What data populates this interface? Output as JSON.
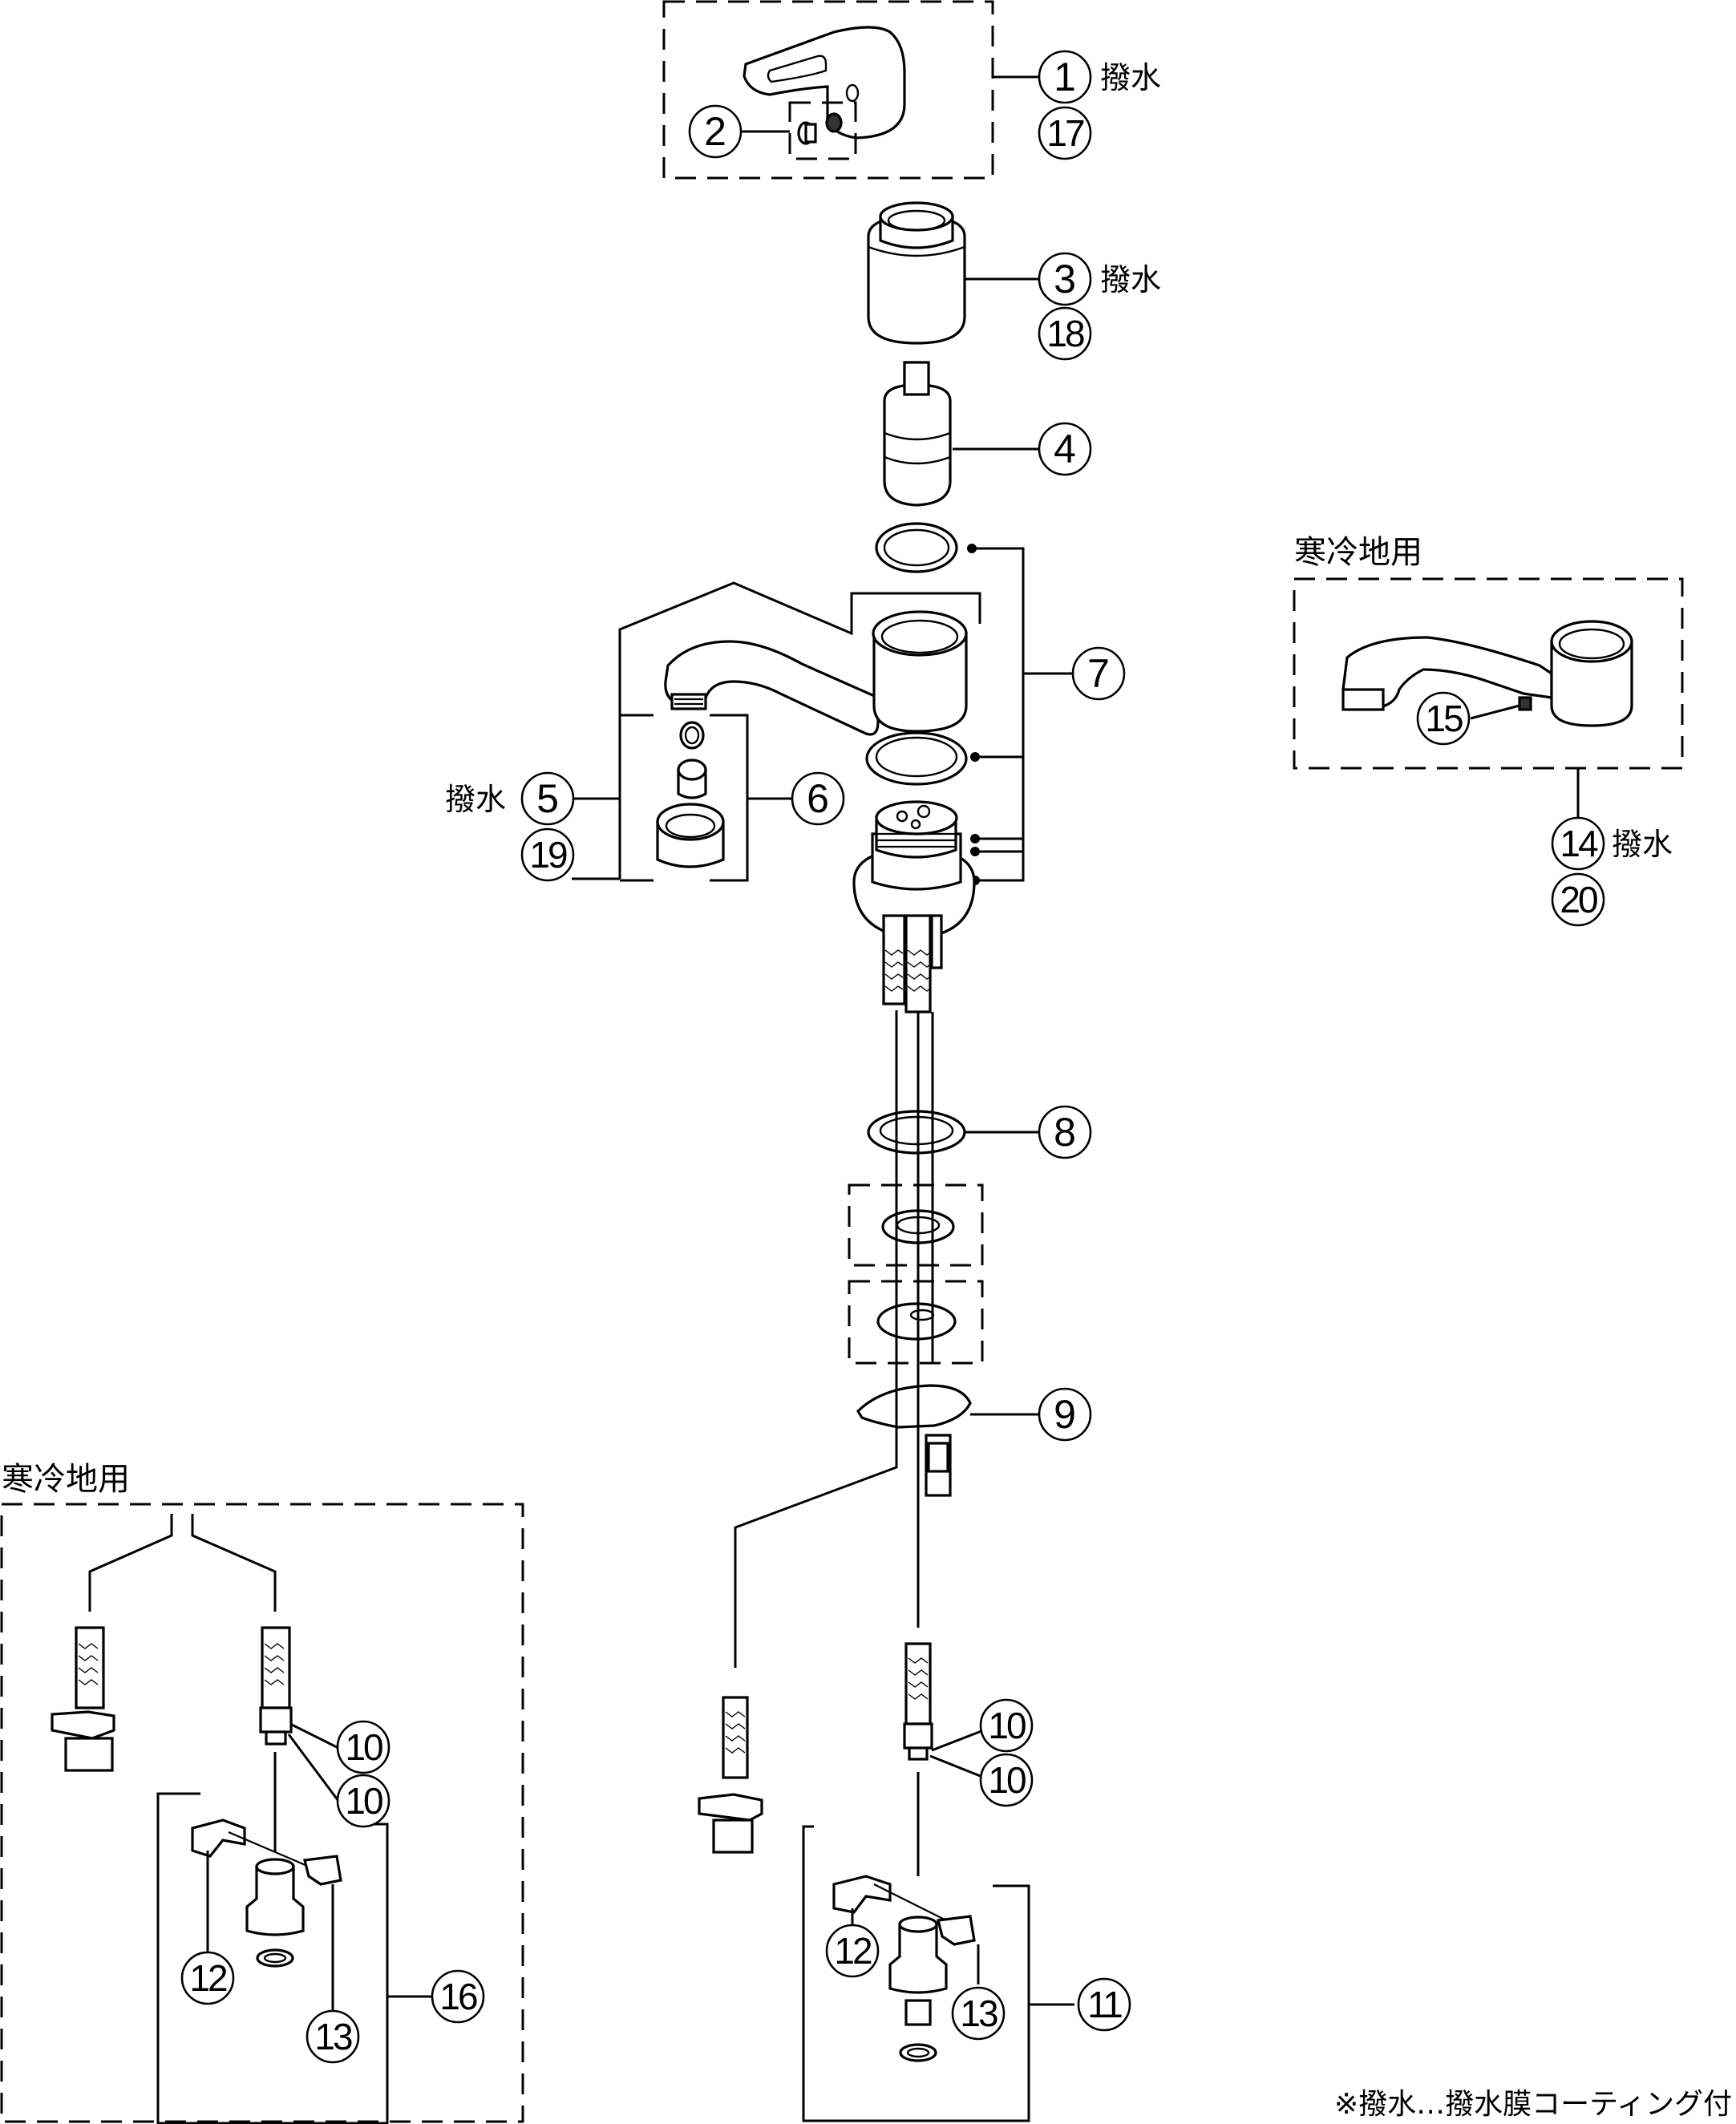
{
  "diagram": {
    "type": "exploded-parts-diagram",
    "subject": "single-lever faucet",
    "coating_label": "撥水",
    "cold_region_label": "寒冷地用",
    "footnote": "※撥水…撥水膜コーティング付"
  },
  "callouts": {
    "c1": {
      "number": "1",
      "note": "撥水"
    },
    "c17": {
      "number": "17"
    },
    "c2": {
      "number": "2"
    },
    "c3": {
      "number": "3",
      "note": "撥水"
    },
    "c18": {
      "number": "18"
    },
    "c4": {
      "number": "4"
    },
    "c5": {
      "number": "5",
      "note": "撥水"
    },
    "c19": {
      "number": "19"
    },
    "c6": {
      "number": "6"
    },
    "c7": {
      "number": "7"
    },
    "c8": {
      "number": "8"
    },
    "c9": {
      "number": "9"
    },
    "c10a": {
      "number": "10"
    },
    "c10b": {
      "number": "10"
    },
    "c11": {
      "number": "11"
    },
    "c12": {
      "number": "12"
    },
    "c13": {
      "number": "13"
    },
    "c14": {
      "number": "14",
      "note": "撥水"
    },
    "c20": {
      "number": "20"
    },
    "c15": {
      "number": "15"
    },
    "c10c": {
      "number": "10"
    },
    "c10d": {
      "number": "10"
    },
    "c12b": {
      "number": "12"
    },
    "c13b": {
      "number": "13"
    },
    "c16": {
      "number": "16"
    }
  },
  "groups": {
    "right_cold": {
      "title": "寒冷地用"
    },
    "left_cold": {
      "title": "寒冷地用"
    }
  }
}
